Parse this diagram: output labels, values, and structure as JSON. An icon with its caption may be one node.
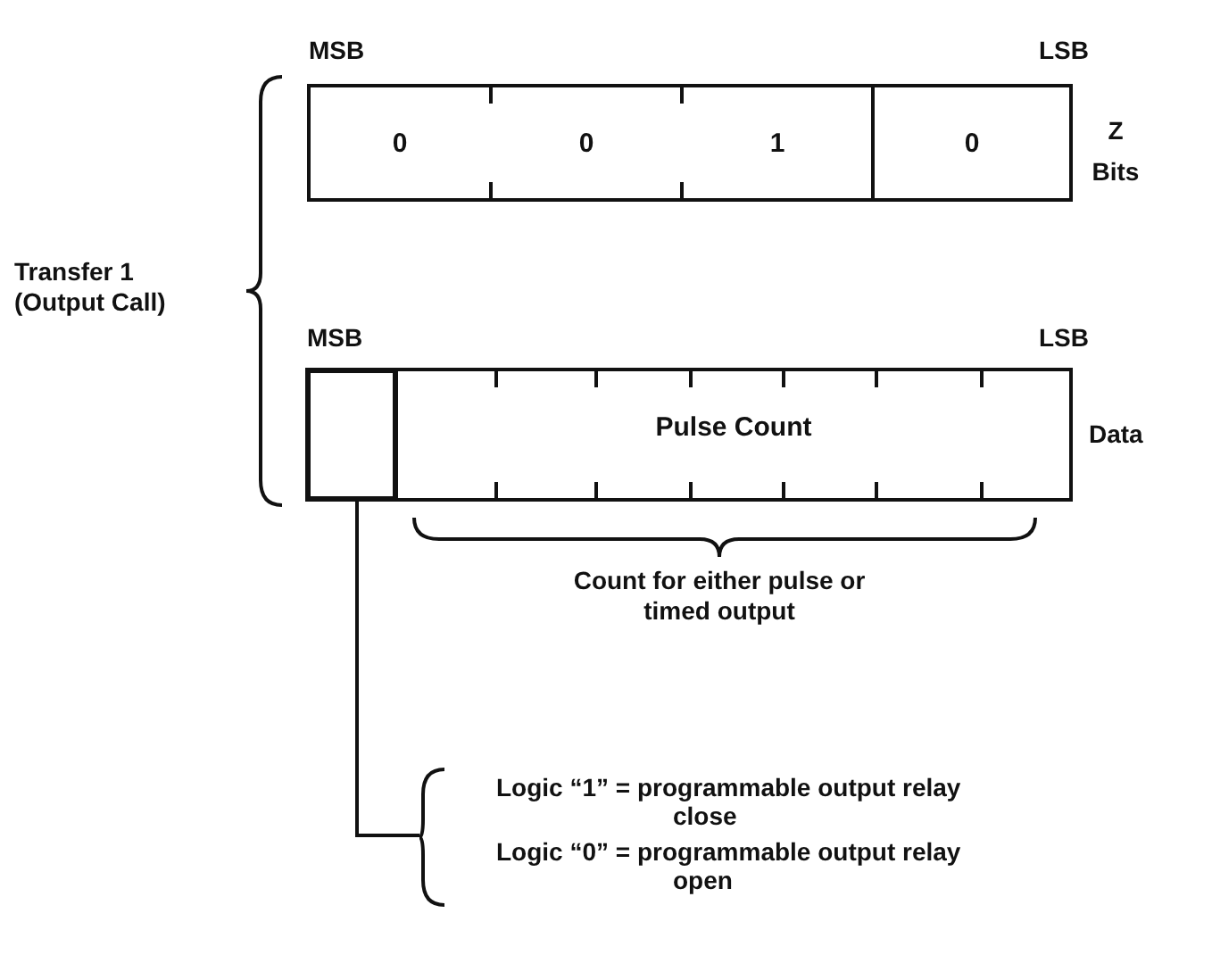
{
  "diagram": {
    "nodes": [
      {
        "text": [
          "0"
        ]
      },
      {
        "text": [
          "0"
        ]
      },
      {
        "text": [
          "1"
        ]
      },
      {
        "text": [
          "0"
        ]
      },
      {
        "text": [],
        "shape": "box"
      },
      {
        "text": [
          "Pulse Count"
        ]
      },
      {
        "text": [
          "Logic “1” = programmable output relay close",
          "Logic “0” = programmable output relay open"
        ]
      }
    ],
    "edges": [
      {
        "from": 4,
        "to": 6,
        "arrow": "none"
      }
    ],
    "labels": [
      "MSB",
      "LSB",
      "Z Bits",
      "Transfer 1 (Output Call)",
      "MSB",
      "LSB",
      "Data",
      "Count for either pulse or timed output"
    ]
  }
}
